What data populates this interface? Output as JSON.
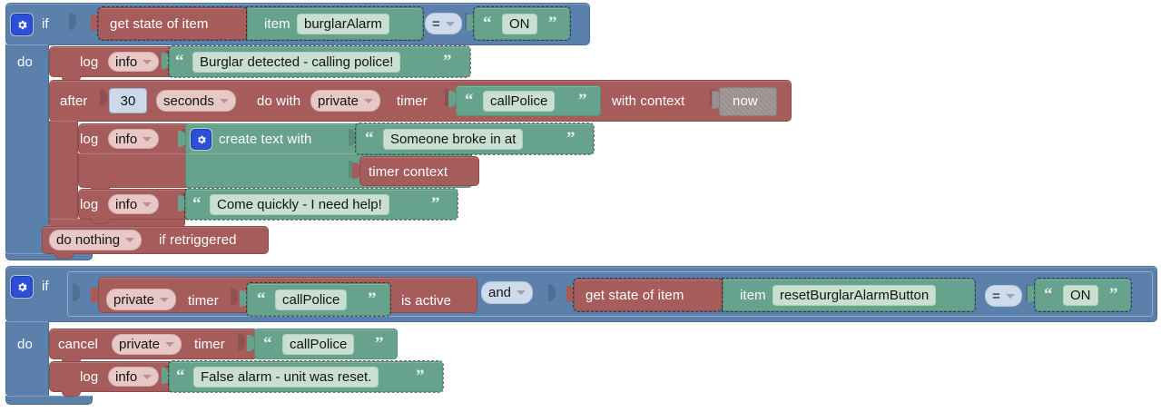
{
  "app": {
    "title": "Blockly Rule Editor"
  },
  "icons": {
    "gear": "gear-icon",
    "caret": "chevron-down-icon"
  },
  "colors": {
    "control_blue": "#5b80ab",
    "statement_red": "#a75c5c",
    "value_green": "#67a38c",
    "ghost_grey": "#9b8e8e",
    "field_red": "#e8c7c7",
    "field_green": "#c8dfd2",
    "field_blue": "#cfdbea"
  },
  "rule1": {
    "if_label": "if",
    "do_label": "do",
    "condition": {
      "get_state_label": "get state of item",
      "item_label": "item",
      "item_value": "burglarAlarm",
      "operator": "=",
      "compare_value": "ON"
    },
    "statements": {
      "log1": {
        "verb": "log",
        "level": "info",
        "text": "Burglar detected - calling police!"
      },
      "after": {
        "after_label": "after",
        "amount": "30",
        "unit": "seconds",
        "do_with_label": "do with",
        "scope": "private",
        "timer_label": "timer",
        "timer_name": "callPolice",
        "with_context_label": "with context",
        "context_value": "now"
      },
      "log2": {
        "verb": "log",
        "level": "info",
        "create_text_label": "create text with",
        "text_part1": "Someone broke in at",
        "text_part2": "timer context"
      },
      "log3": {
        "verb": "log",
        "level": "info",
        "text": "Come quickly - I need help!"
      },
      "retrigger": {
        "action": "do nothing",
        "suffix": "if retriggered"
      }
    }
  },
  "rule2": {
    "if_label": "if",
    "do_label": "do",
    "condition_left": {
      "scope": "private",
      "timer_label": "timer",
      "timer_name": "callPolice",
      "is_active_label": "is active"
    },
    "logic_operator": "and",
    "condition_right": {
      "get_state_label": "get state of item",
      "item_label": "item",
      "item_value": "resetBurglarAlarmButton",
      "operator": "=",
      "compare_value": "ON"
    },
    "statements": {
      "cancel": {
        "verb": "cancel",
        "scope": "private",
        "timer_label": "timer",
        "timer_name": "callPolice"
      },
      "log": {
        "verb": "log",
        "level": "info",
        "text": "False alarm - unit was reset."
      }
    }
  }
}
